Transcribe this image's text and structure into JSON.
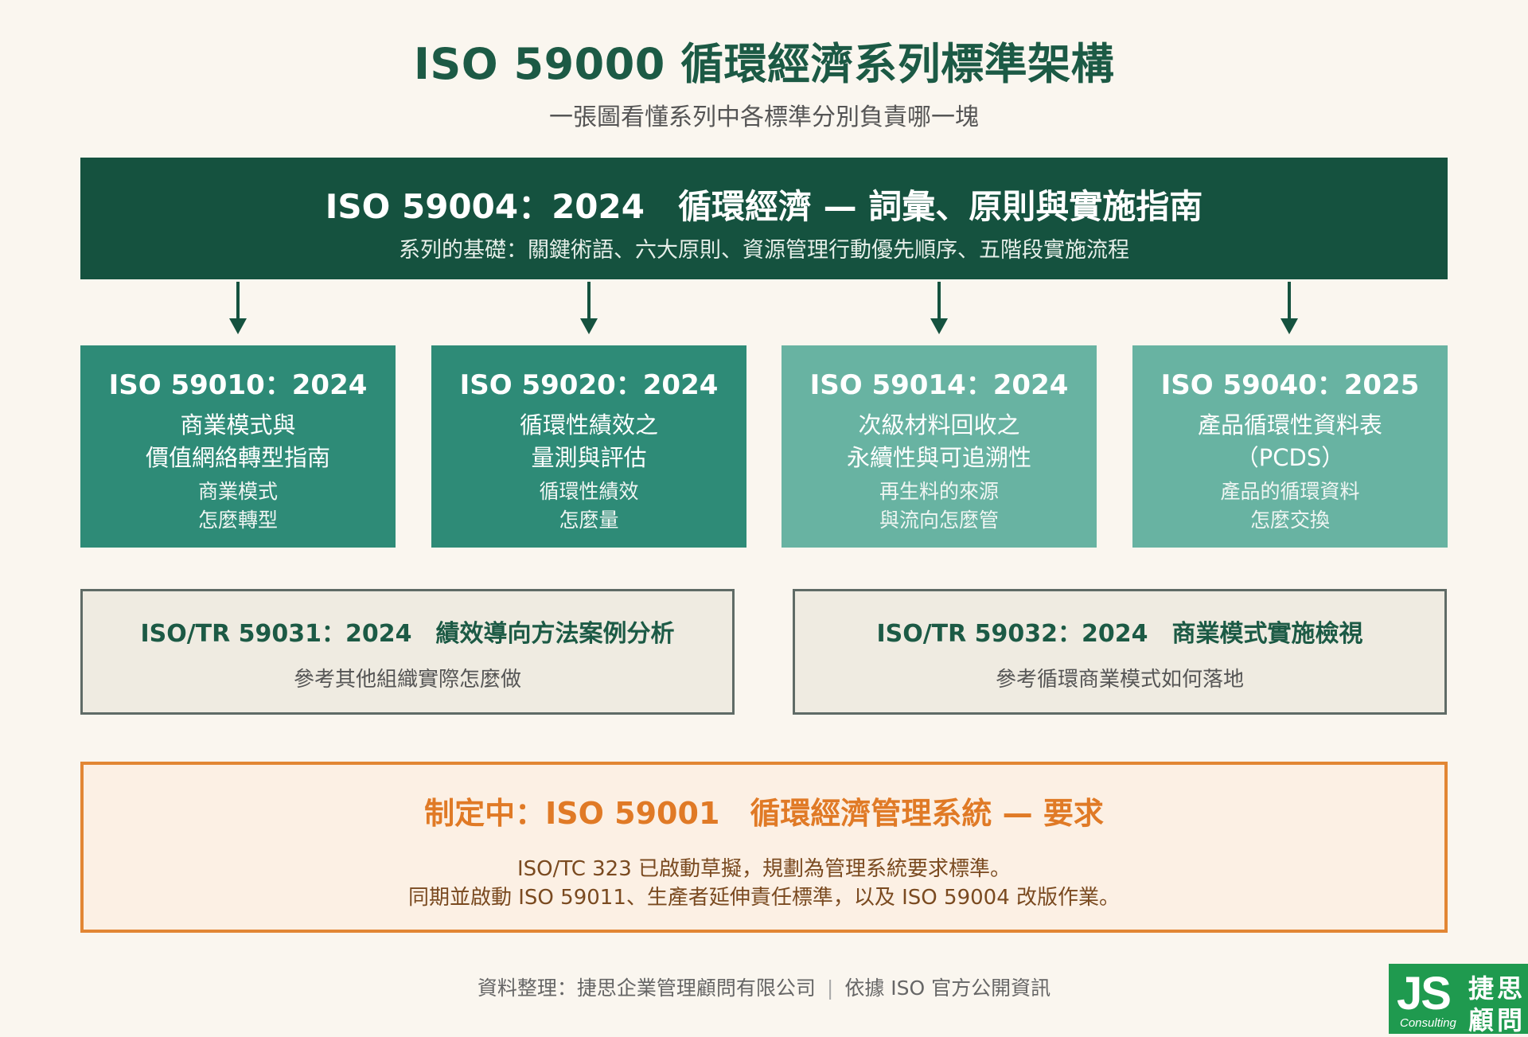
{
  "header": {
    "title": "ISO 59000 循環經濟系列標準架構",
    "subtitle": "一張圖看懂系列中各標準分別負責哪一塊"
  },
  "foundation": {
    "title": "ISO 59004：2024　循環經濟 — 詞彙、原則與實施指南",
    "description": "系列的基礎：關鍵術語、六大原則、資源管理行動優先順序、五階段實施流程"
  },
  "standards": [
    {
      "code": "ISO 59010：2024",
      "name_line1": "商業模式與",
      "name_line2": "價值網絡轉型指南",
      "note_line1": "商業模式",
      "note_line2": "怎麼轉型"
    },
    {
      "code": "ISO 59020：2024",
      "name_line1": "循環性績效之",
      "name_line2": "量測與評估",
      "note_line1": "循環性績效",
      "note_line2": "怎麼量"
    },
    {
      "code": "ISO 59014：2024",
      "name_line1": "次級材料回收之",
      "name_line2": "永續性與可追溯性",
      "note_line1": "再生料的來源",
      "note_line2": "與流向怎麼管"
    },
    {
      "code": "ISO 59040：2025",
      "name_line1": "產品循環性資料表",
      "name_line2": "（PCDS）",
      "note_line1": "產品的循環資料",
      "note_line2": "怎麼交換"
    }
  ],
  "technical_reports": [
    {
      "title": "ISO/TR 59031：2024　績效導向方法案例分析",
      "description": "參考其他組織實際怎麼做"
    },
    {
      "title": "ISO/TR 59032：2024　商業模式實施檢視",
      "description": "參考循環商業模式如何落地"
    }
  ],
  "draft": {
    "title": "制定中：ISO 59001　循環經濟管理系統 — 要求",
    "line1": "ISO/TC 323 已啟動草擬，規劃為管理系統要求標準。",
    "line2": "同期並啟動 ISO 59011、生產者延伸責任標準，以及 ISO 59004 改版作業。"
  },
  "footer": {
    "source": "資料整理：捷思企業管理顧問有限公司",
    "separator": "|",
    "basis": "依據 ISO 官方公開資訊"
  },
  "logo": {
    "mark": "JS",
    "tagline": "Consulting",
    "name_line1": "捷思",
    "name_line2": "顧問"
  },
  "colors": {
    "background": "#faf6ef",
    "foundation": "#15523f",
    "standard_dark": "#2e8b77",
    "standard_light": "#68b3a2",
    "report_bg": "#efebe1",
    "draft_accent": "#e28634",
    "logo": "#1f9a4f"
  }
}
